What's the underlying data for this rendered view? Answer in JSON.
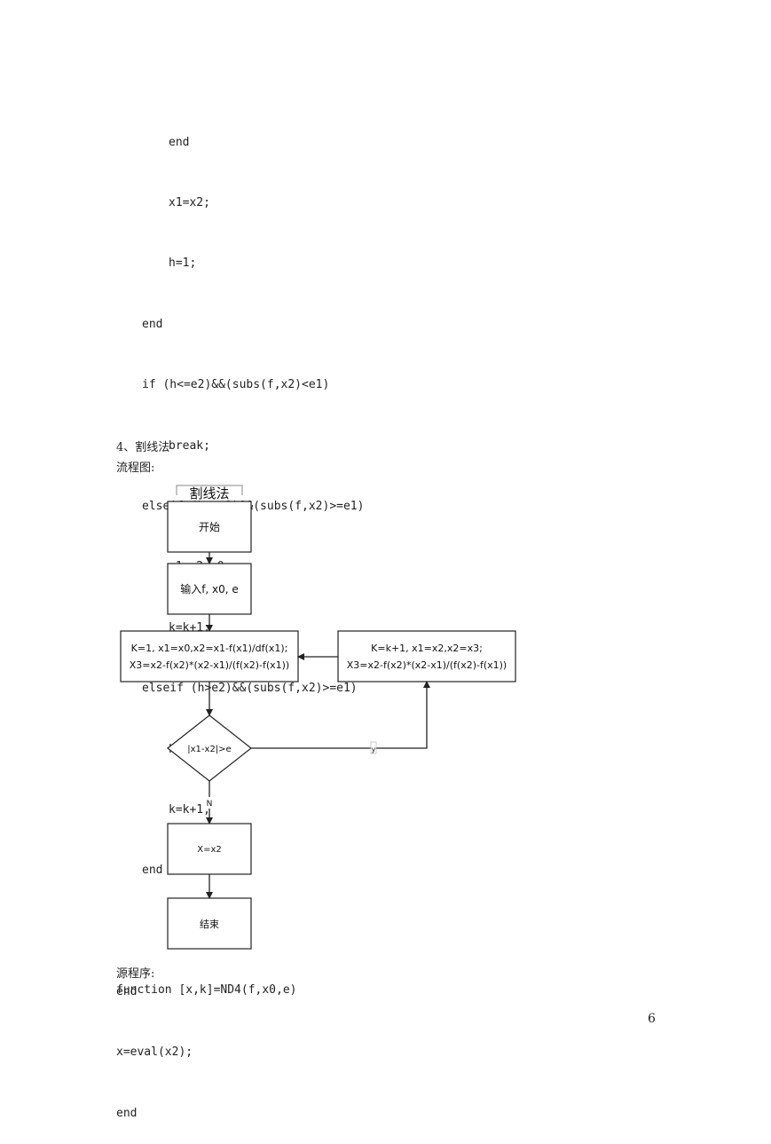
{
  "code_top": [
    "end",
    "x1=x2;",
    "h=1;",
    "end",
    "if (h<=e2)&&(subs(f,x2)<e1)",
    "break;",
    "elseif (h<=e2)&&(subs(f,x2)>=e1)",
    "x1=x2+e0;",
    "k=k+1;",
    "elseif (h>e2)&&(subs(f,x2)>=e1)",
    "h=h/2;",
    "k=k+1;",
    "end",
    "",
    "end",
    "x=eval(x2);",
    "end"
  ],
  "section_heading": "4、割线法",
  "flowchart_label": "流程图:",
  "flowchart": {
    "title": "割线法",
    "start": "开始",
    "input": "输入f, x0, e",
    "init_line1": "K=1,  x1=x0,x2=x1-f(x1)/df(x1);",
    "init_line2": "X3=x2-f(x2)*(x2-x1)/(f(x2)-f(x1))",
    "update_line1": "K=k+1,  x1=x2,x2=x3;",
    "update_line2": "X3=x2-f(x2)*(x2-x1)/(f(x2)-f(x1))",
    "condition": "|x1-x2|>e",
    "yes_label": "y",
    "no_label": "N",
    "result": "X=x2",
    "end": "结束"
  },
  "source_label": "源程序:",
  "source_first_line": "function [x,k]=ND4(f,x0,e)",
  "page_number": "6"
}
